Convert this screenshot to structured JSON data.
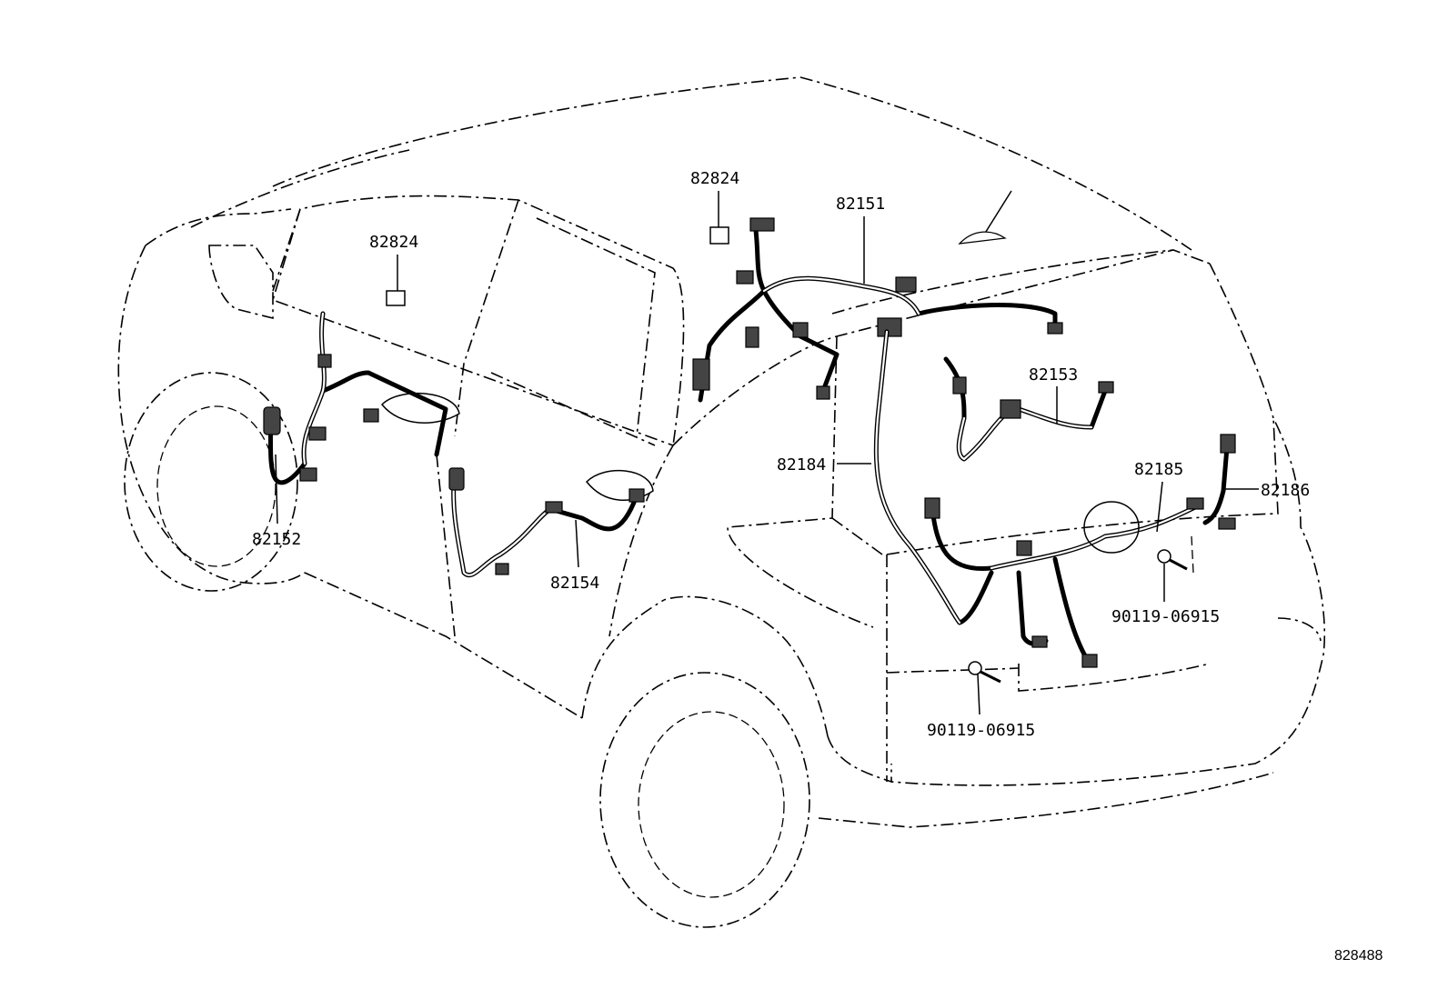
{
  "diagram": {
    "title": "Wiring harness and clamp locations",
    "labels": {
      "p82824_a": "82824",
      "p82824_b": "82824",
      "p82151": "82151",
      "p82153": "82153",
      "p82184": "82184",
      "p82185": "82185",
      "p82186": "82186",
      "p82152": "82152",
      "p82154": "82154",
      "bolt_a": "90119-06915",
      "bolt_b": "90119-06915"
    },
    "reference_number": "828488"
  }
}
